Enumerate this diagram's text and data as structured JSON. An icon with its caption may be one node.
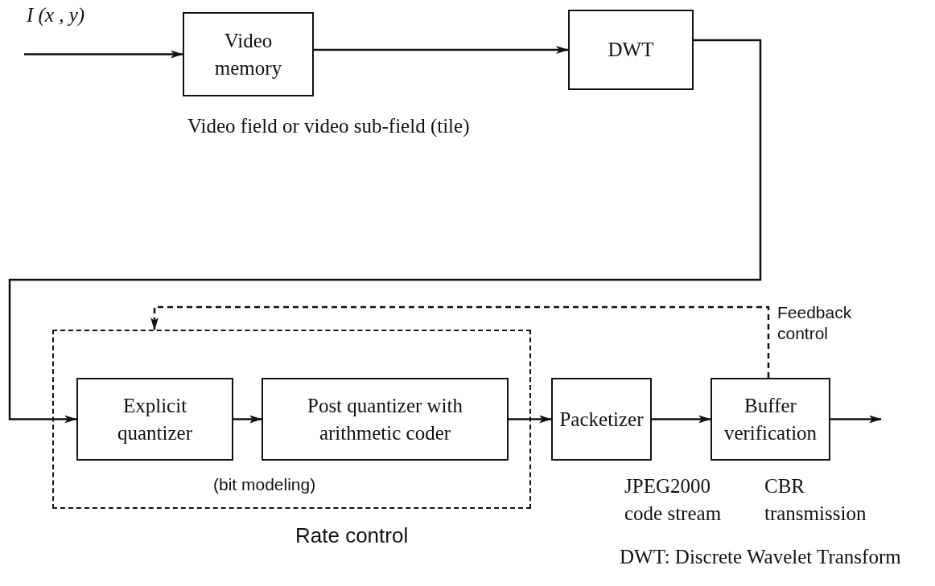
{
  "diagram": {
    "nodes": [
      {
        "text": [
          "Video memory"
        ],
        "beside": [
          "Video field or video sub-field (tile)"
        ]
      },
      {
        "text": [
          "DWT"
        ]
      },
      {
        "text": [
          "(bit modeling)",
          "Rate control"
        ]
      },
      {
        "text": [
          "Explicit quantizer"
        ],
        "in": 2
      },
      {
        "text": [
          "Post quantizer with arithmetic coder"
        ],
        "in": 2
      },
      {
        "text": [
          "Packetizer"
        ],
        "beside": [
          "JPEG2000 code stream"
        ]
      },
      {
        "text": [
          "Buffer verification"
        ],
        "beside": [
          "CBR transmission"
        ]
      }
    ],
    "edges": [
      {
        "from": null,
        "to": 0,
        "arrow": "to",
        "label": "I (x , y)"
      },
      {
        "from": 0,
        "to": 1,
        "arrow": "to"
      },
      {
        "from": 1,
        "to": 3,
        "arrow": "to"
      },
      {
        "from": 3,
        "to": 4,
        "arrow": "to"
      },
      {
        "from": 4,
        "to": 5,
        "arrow": "to"
      },
      {
        "from": 5,
        "to": 6,
        "arrow": "to"
      },
      {
        "from": 6,
        "to": null,
        "arrow": "to"
      },
      {
        "from": 6,
        "to": 2,
        "arrow": "to",
        "style": "dashed",
        "label": "Feedback control"
      }
    ],
    "labels": [
      "DWT: Discrete Wavelet Transform"
    ]
  }
}
